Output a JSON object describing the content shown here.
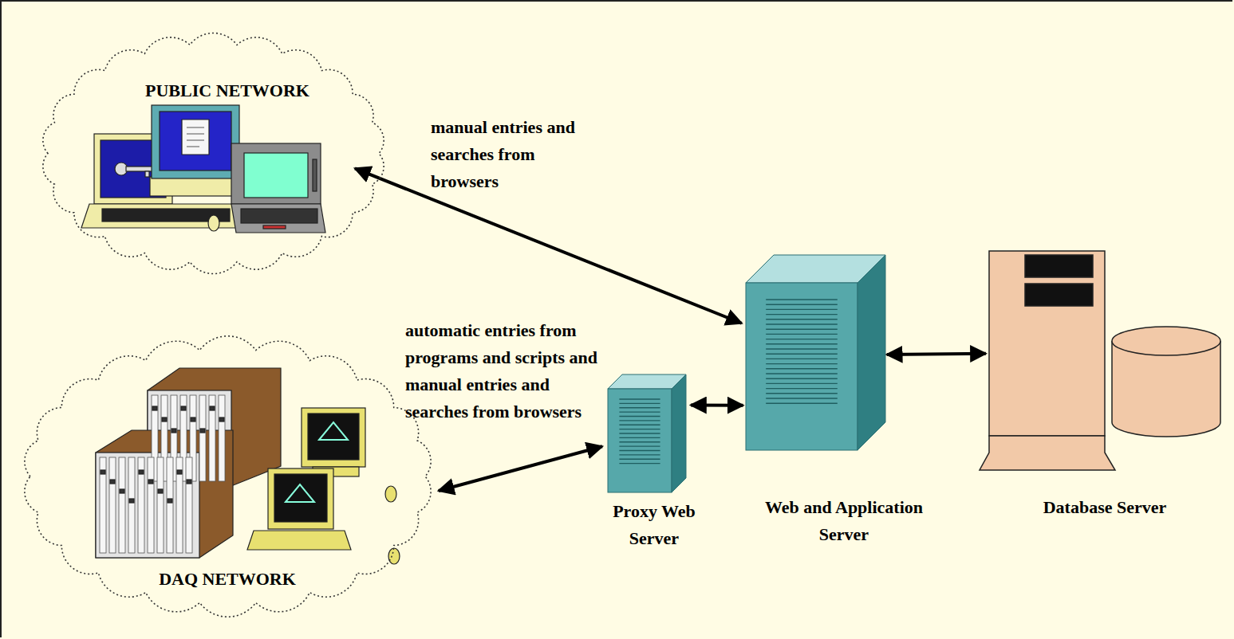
{
  "diagram": {
    "nodes": [
      {
        "text": [
          "PUBLIC NETWORK"
        ]
      },
      {
        "text": [
          "DAQ NETWORK"
        ]
      },
      {
        "text": [
          "Proxy Web Server"
        ]
      },
      {
        "text": [
          "Web and Application Server"
        ]
      },
      {
        "text": [
          "Database Server"
        ]
      }
    ],
    "edges": [
      {
        "from": 0,
        "to": 3,
        "arrow": "both",
        "label": "manual entries and searches from browsers"
      },
      {
        "from": 1,
        "to": 2,
        "arrow": "both",
        "label": "automatic entries from programs and scripts and manual entries and searches from browsers"
      },
      {
        "from": 2,
        "to": 3,
        "arrow": "both"
      },
      {
        "from": 3,
        "to": 4,
        "arrow": "both"
      }
    ]
  }
}
